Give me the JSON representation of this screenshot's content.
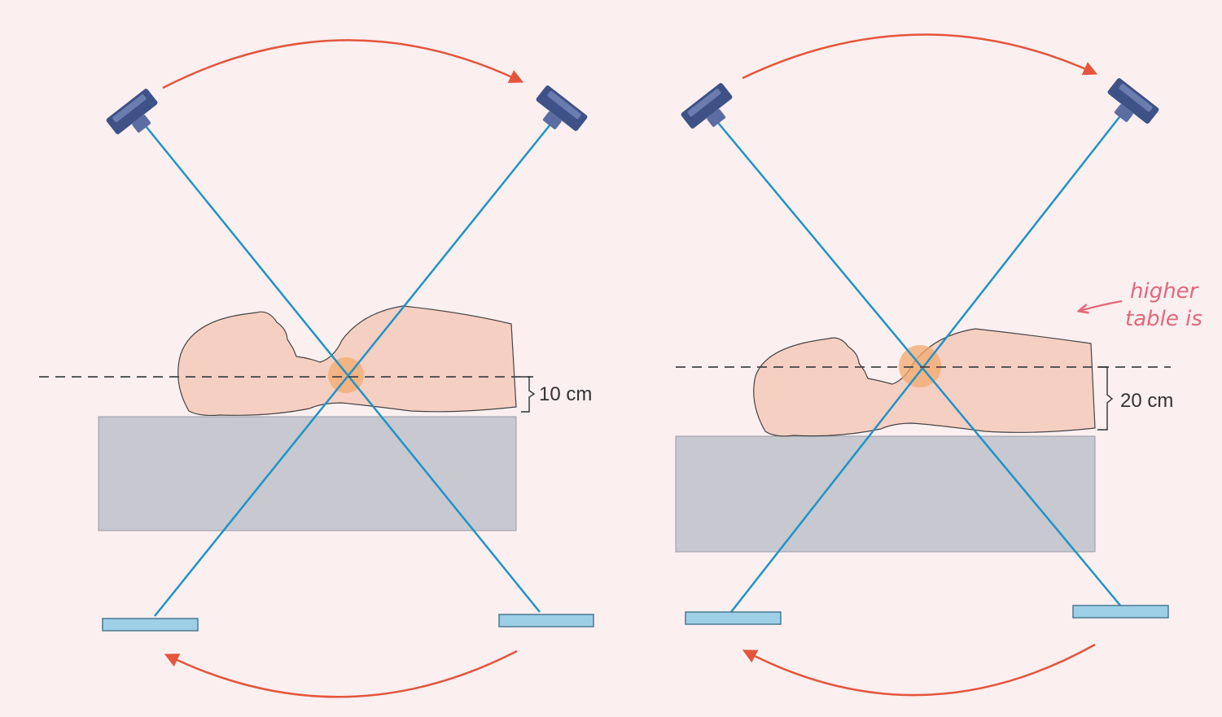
{
  "panels": [
    {
      "id": "left",
      "distance_label": "10 cm"
    },
    {
      "id": "right",
      "distance_label": "20 cm"
    }
  ],
  "annotation": {
    "line1": "higher",
    "line2": "table is"
  },
  "colors": {
    "background": "#fbeff0",
    "beam": "#1f93c8",
    "arrow": "#e4553c",
    "table": "#c7c8d0",
    "body_fill": "#f6cfc3",
    "body_stroke": "#444444",
    "focal_point": "#f3a96d",
    "tube": "#3e5288",
    "detector": "#9dcfe6",
    "annotation": "#e2687a"
  }
}
